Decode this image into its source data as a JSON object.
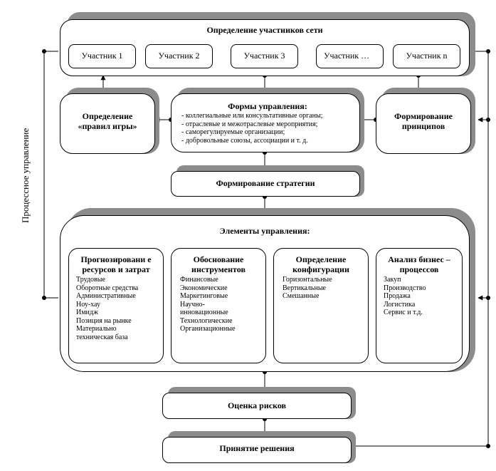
{
  "side_label": "Процессное управление",
  "participants": {
    "title": "Определение участников  сети",
    "items": [
      "Участник 1",
      "Участник 2",
      "Участник 3",
      "Участник …",
      "Участник  n"
    ]
  },
  "rules": {
    "title": "Определение «правил игры»"
  },
  "forms": {
    "title": "Формы управления:",
    "items": [
      "- коллегиальные или консультативные органы;",
      "- отраслевые и межотраслевые мероприятия;",
      "- саморегулируемые организации;",
      "- добровольные союзы, ассоциации и т. д."
    ]
  },
  "principles": {
    "title": "Формирование принципов"
  },
  "strategy": {
    "title": "Формирование стратегии"
  },
  "elements": {
    "title": "Элементы управления:",
    "columns": [
      {
        "title": "Прогнозировани е ресурсов и затрат",
        "items": [
          "Трудовые",
          "Оборотные средства",
          "Административные",
          "Ноу-хау",
          "Имидж",
          "Позиция на рынке",
          "Материально техническая база"
        ]
      },
      {
        "title": "Обоснование инструментов",
        "items": [
          "Финансовые",
          "Экономические",
          "Маркетинговые",
          "Научно-инновационные",
          "Технологические",
          "Организационные"
        ]
      },
      {
        "title": "Определение конфигурации",
        "items": [
          "Горизонтальные",
          "Вертикальные",
          "Смешанные"
        ]
      },
      {
        "title": "Анализ бизнес – процессов",
        "items": [
          "Закуп",
          "Производство",
          "Продажа",
          "Логистика",
          "Сервис и т.д."
        ]
      }
    ]
  },
  "risks": {
    "title": "Оценка рисков"
  },
  "decision": {
    "title": "Принятие решения"
  }
}
